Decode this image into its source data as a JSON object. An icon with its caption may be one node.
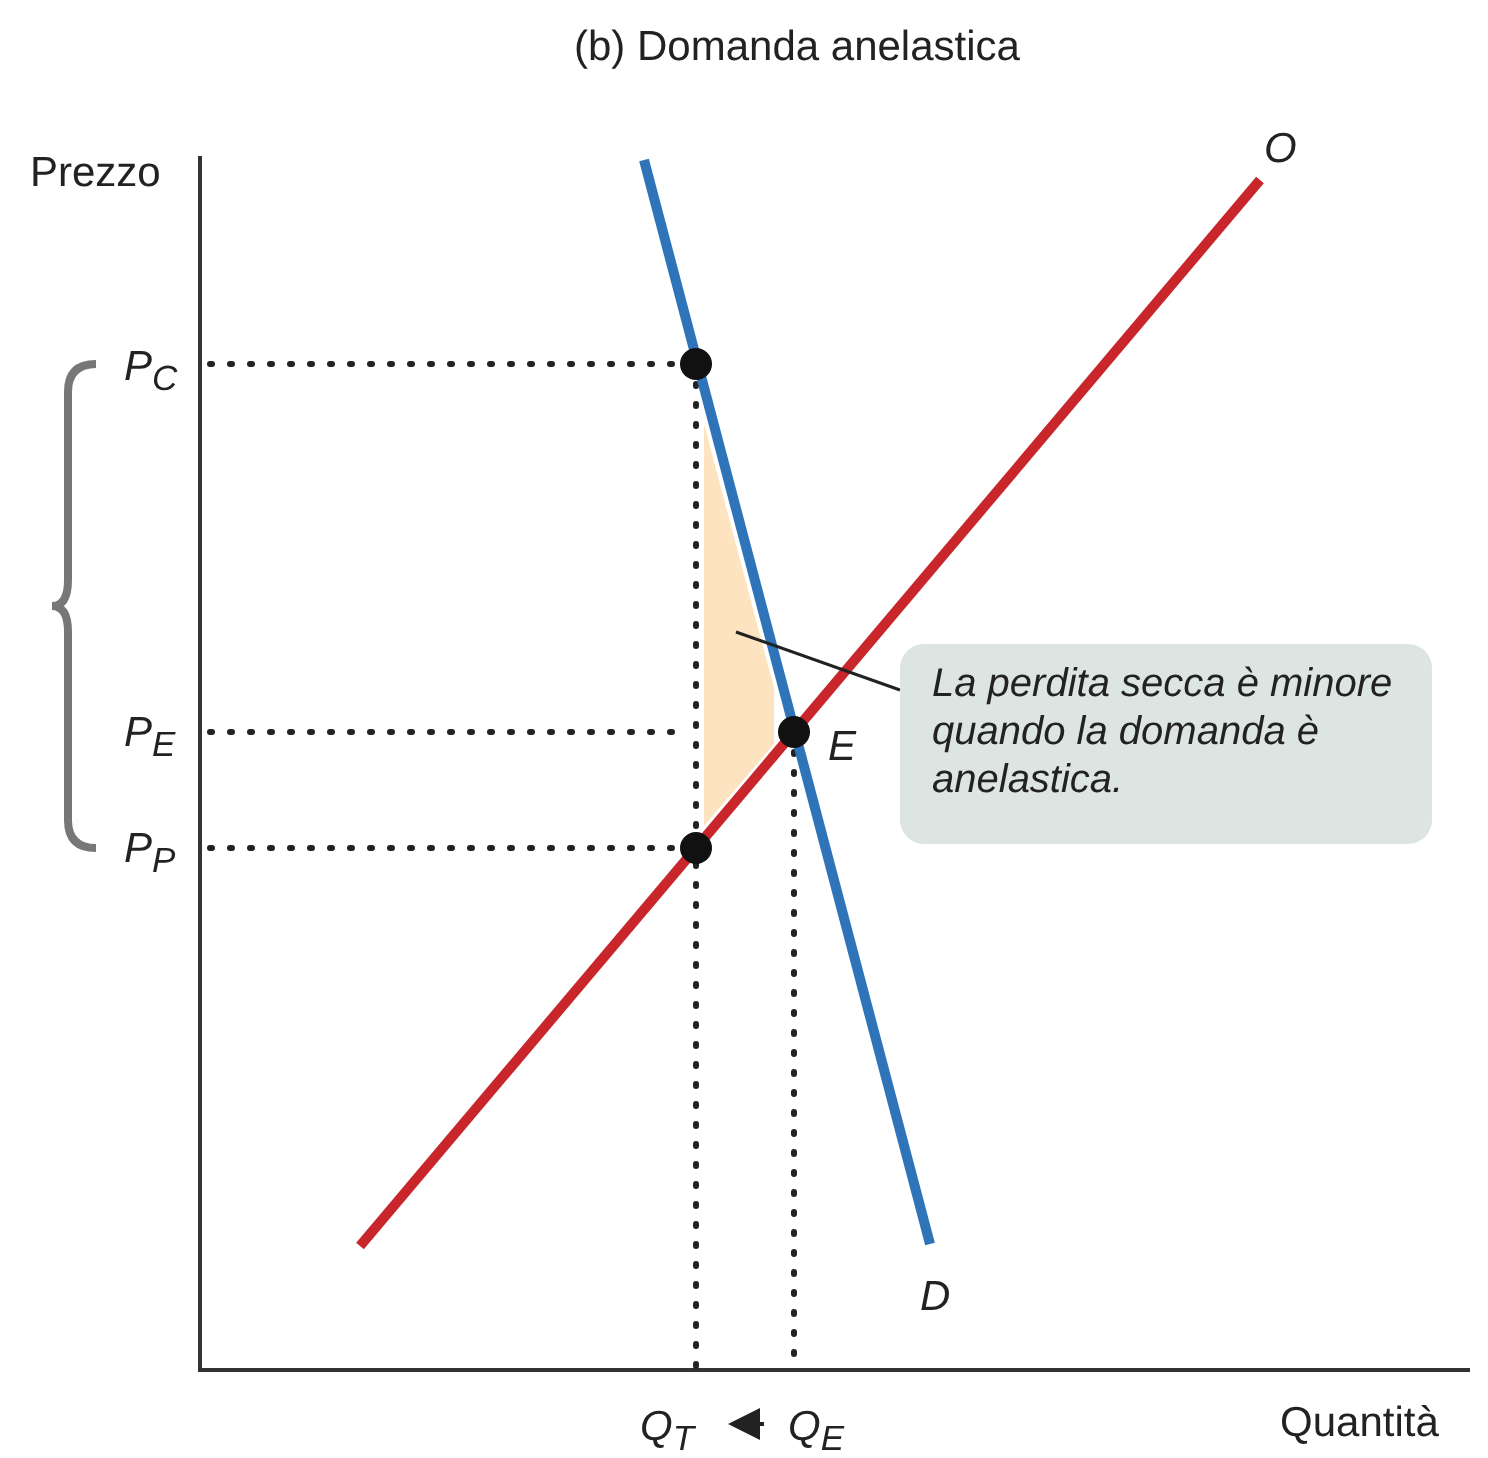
{
  "diagram": {
    "title": "(b) Domanda anelastica",
    "nodes": [
      {
        "text": [
          "La perdita secca è minore quando la domanda è anelastica."
        ]
      },
      {
        "text": [],
        "shape": "triangle"
      }
    ],
    "edges": [
      {
        "from": 0,
        "to": 1,
        "arrow": "none"
      }
    ],
    "labels": [
      "Prezzo",
      "O",
      "P$_{C}$",
      "P$_{E}$",
      "E",
      "P$_{P}$",
      "D",
      "Q$_{T}$",
      "Q$_{E}$",
      "Quantità"
    ]
  }
}
